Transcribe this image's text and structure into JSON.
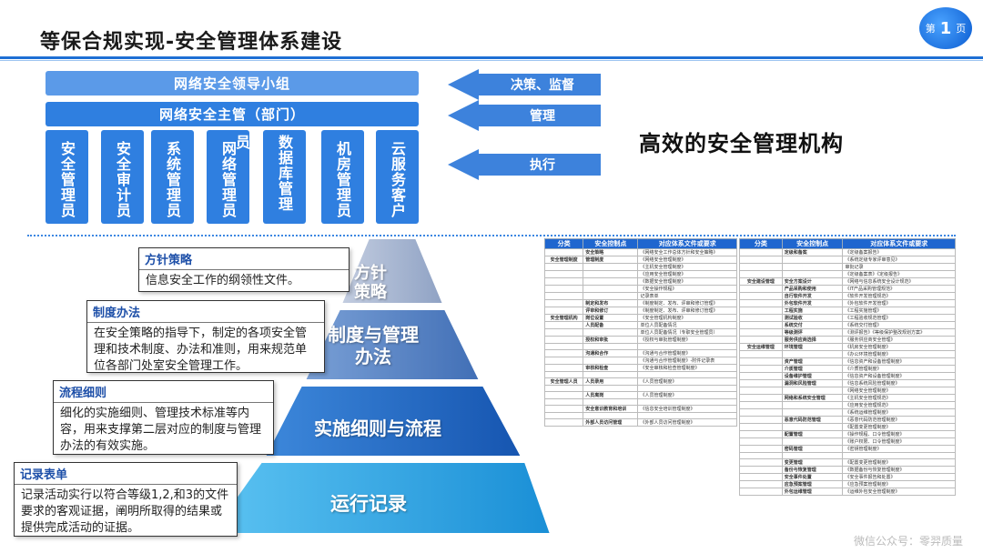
{
  "header": {
    "title": "等保合规实现-安全管理体系建设",
    "page_prefix": "第",
    "page_number": "1",
    "page_suffix": "页"
  },
  "org": {
    "leadership": "网络安全领导小组",
    "manager": "网络安全主管（部门）",
    "departments": [
      "安全管理员",
      "安全审计员",
      "系统管理员",
      "网络管理员",
      "数据库管理员",
      "机房管理员",
      "云服务客户"
    ],
    "arrows": [
      "决策、监督",
      "管理",
      "执行"
    ],
    "heading": "高效的安全管理机构"
  },
  "pyramid": {
    "levels": [
      "方针策略",
      "制度与管理办法",
      "实施细则与流程",
      "运行记录"
    ],
    "colors": [
      "#a7b6d1",
      "#5b87c8",
      "#1f6dc8",
      "#28a6e6"
    ]
  },
  "callouts": [
    {
      "title": "方针策略",
      "body": "信息安全工作的纲领性文件。"
    },
    {
      "title": "制度办法",
      "body": "在安全策略的指导下，制定的各项安全管理和技术制度、办法和准则，用来规范单位各部门处室安全管理工作。"
    },
    {
      "title": "流程细则",
      "body": "细化的实施细则、管理技术标准等内容，用来支撑第二层对应的制度与管理办法的有效实施。"
    },
    {
      "title": "记录表单",
      "body": "记录活动实行以符合等级1,2,和3的文件要求的客观证据，阐明所取得的结果或提供完成活动的证据。"
    }
  ],
  "table_left": {
    "headers": [
      "分类",
      "安全控制点",
      "对应体系文件或要求"
    ],
    "rows": [
      [
        "",
        "安全策略",
        "《网络安全工作总体方针和安全策略》"
      ],
      [
        "安全管理制度",
        "管理制度",
        "《网络安全管理制度》"
      ],
      [
        "",
        "",
        "《主机安全管理制度》"
      ],
      [
        "",
        "",
        "《应用安全管理制度》"
      ],
      [
        "",
        "",
        "《数据安全管理制度》"
      ],
      [
        "",
        "",
        "《安全操作规程》"
      ],
      [
        "",
        "",
        "记录表单"
      ],
      [
        "",
        "制定和发布",
        "《制度制定、发布、评审和修订管理》"
      ],
      [
        "",
        "评审和修订",
        "《制度制定、发布、评审和修订管理》"
      ],
      [
        "安全管理机构",
        "岗位设置",
        "《安全管理机构制度》"
      ],
      [
        "",
        "人员配备",
        "单位人员配备情况"
      ],
      [
        "",
        "",
        "单位人员配备情况（专职安全管理员）"
      ],
      [
        "",
        "授权和审批",
        "《授权与审批管理制度》"
      ],
      [
        "",
        "",
        ""
      ],
      [
        "",
        "沟通和合作",
        "《沟通与合作管理制度》"
      ],
      [
        "",
        "",
        "《沟通与合作管理制度》-附件记录表"
      ],
      [
        "",
        "审核和检查",
        "《安全审核和检查管理制度》"
      ],
      [
        "",
        "",
        ""
      ],
      [
        "安全管理人员",
        "人员录用",
        "《人员管理制度》"
      ],
      [
        "",
        "",
        ""
      ],
      [
        "",
        "人员离岗",
        "《人员管理制度》"
      ],
      [
        "",
        "",
        ""
      ],
      [
        "",
        "安全意识教育和培训",
        "《信息安全培训管理制度》"
      ],
      [
        "",
        "",
        ""
      ],
      [
        "",
        "外部人员访问管理",
        "《外部人员访问管理制度》"
      ]
    ]
  },
  "table_right": {
    "headers": [
      "分类",
      "安全控制点",
      "对应体系文件或要求"
    ],
    "rows": [
      [
        "",
        "定级和备案",
        "《定级备案报告》"
      ],
      [
        "",
        "",
        "《系统定级专家评审意见》"
      ],
      [
        "",
        "",
        "审批记录"
      ],
      [
        "",
        "",
        "《定级备案表》《定级报告》"
      ],
      [
        "安全建设管理",
        "安全方案设计",
        "《网络与信息系统安全设计规范》"
      ],
      [
        "",
        "产品采购和使用",
        "《IT产品采购管理规范》"
      ],
      [
        "",
        "自行软件开发",
        "《软件开发管理规范》"
      ],
      [
        "",
        "外包软件开发",
        "《外包软件开发管理》"
      ],
      [
        "",
        "工程实施",
        "《工程实施管理》"
      ],
      [
        "",
        "测试验收",
        "《工程验收规范管理》"
      ],
      [
        "",
        "系统交付",
        "《系统交付管理》"
      ],
      [
        "",
        "等级测评",
        "《测评报告》《等级保护整改规划方案》"
      ],
      [
        "",
        "服务供应商选择",
        "《服务供应商安全管理》"
      ],
      [
        "安全运维管理",
        "环境管理",
        "《机房安全管理制度》"
      ],
      [
        "",
        "",
        "《办公环境管理制度》"
      ],
      [
        "",
        "资产管理",
        "《信息资产和设备管理制度》"
      ],
      [
        "",
        "介质管理",
        "《介质管理制度》"
      ],
      [
        "",
        "设备维护管理",
        "《信息资产和设备管理制度》"
      ],
      [
        "",
        "漏洞和风险管理",
        "《信息系统风险管理制度》"
      ],
      [
        "",
        "",
        "《网络安全管理制度》"
      ],
      [
        "",
        "网络和系统安全管理",
        "《主机安全管理规范》"
      ],
      [
        "",
        "",
        "《应用安全管理规范》"
      ],
      [
        "",
        "",
        "《系统运维管理制度》"
      ],
      [
        "",
        "恶意代码防范管理",
        "《恶意代码防范管理制度》"
      ],
      [
        "",
        "",
        "《配置变更管理制度》"
      ],
      [
        "",
        "配置管理",
        "《操作规程、口令管理制度》"
      ],
      [
        "",
        "",
        "《账户权限、口令管理制度》"
      ],
      [
        "",
        "密码管理",
        "《密钥管理制度》"
      ],
      [
        "",
        "",
        ""
      ],
      [
        "",
        "变更管理",
        "《配置变更管理制度》"
      ],
      [
        "",
        "备份与恢复管理",
        "《数据备份与恢复管理制度》"
      ],
      [
        "",
        "安全事件处置",
        "《安全事件报告和处置》"
      ],
      [
        "",
        "应急预案管理",
        "《应急预案管理制度》"
      ],
      [
        "",
        "外包运维管理",
        "《运维外包安全管理制度》"
      ]
    ]
  },
  "watermark": "微信公众号：零羿质量"
}
